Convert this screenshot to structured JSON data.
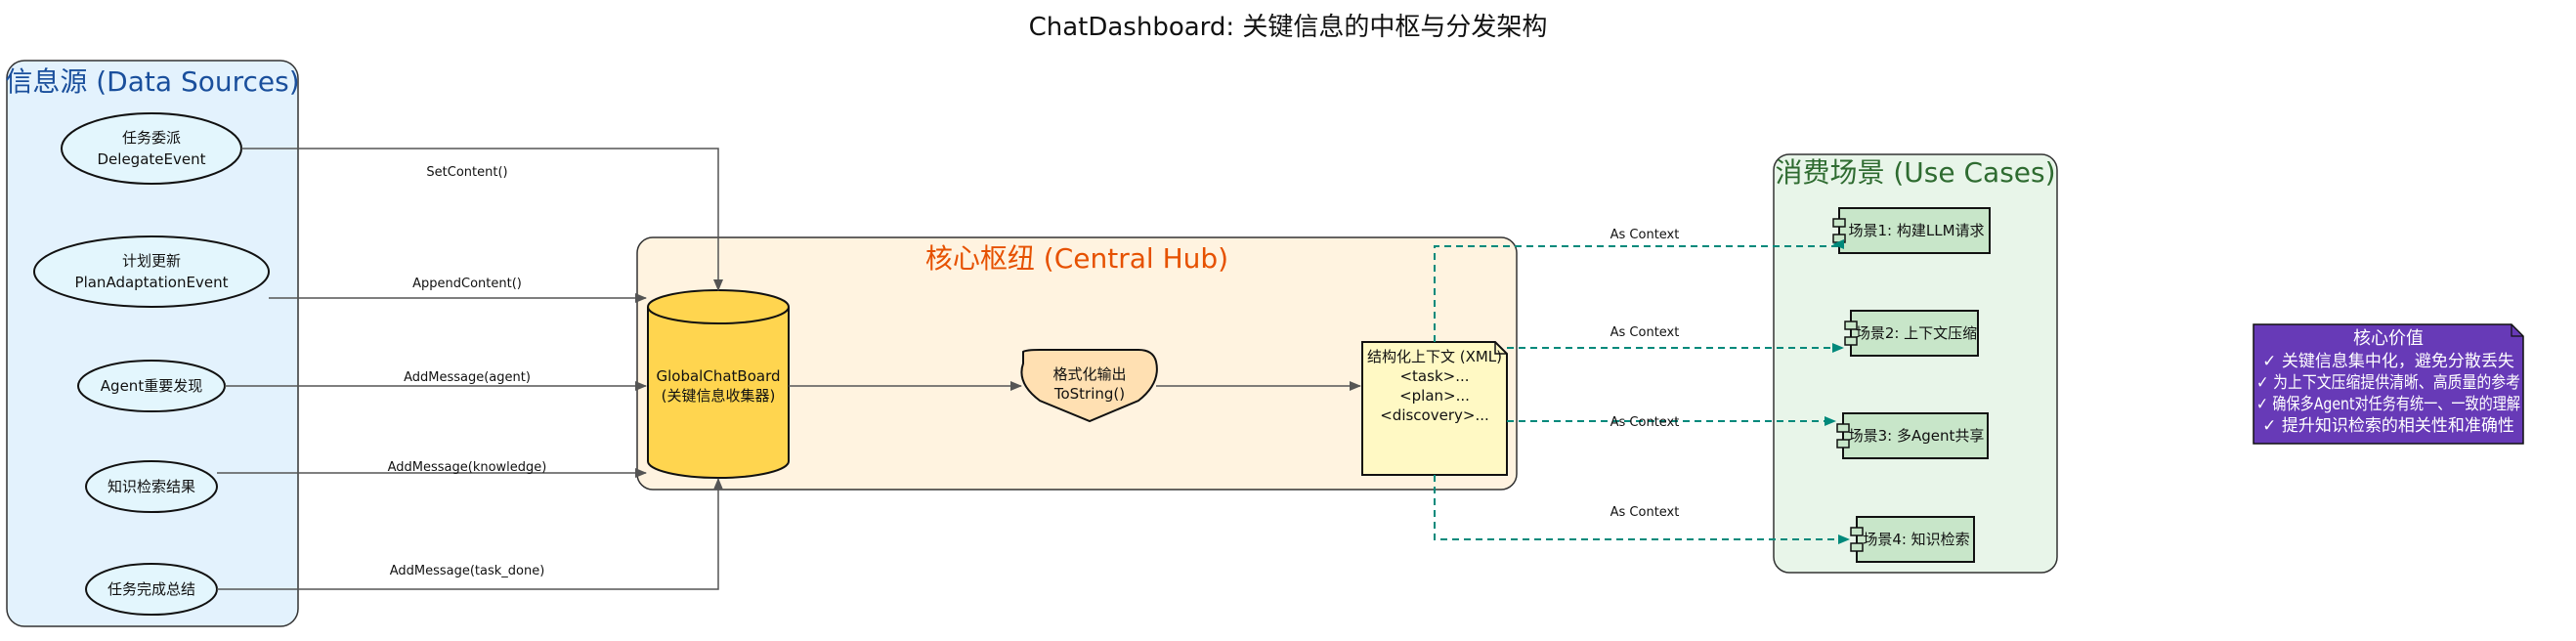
{
  "title": "ChatDashboard: 关键信息的中枢与分发架构",
  "groups": {
    "sources": "信息源 (Data Sources)",
    "hub": "核心枢纽 (Central Hub)",
    "consumers": "消费场景 (Use Cases)"
  },
  "sources": [
    {
      "line1": "任务委派",
      "line2": "DelegateEvent"
    },
    {
      "line1": "计划更新",
      "line2": "PlanAdaptationEvent"
    },
    {
      "line1": "Agent重要发现",
      "line2": ""
    },
    {
      "line1": "知识检索结果",
      "line2": ""
    },
    {
      "line1": "任务完成总结",
      "line2": ""
    }
  ],
  "source_edges": [
    "SetContent()",
    "AppendContent()",
    "AddMessage(agent)",
    "AddMessage(knowledge)",
    "AddMessage(task_done)"
  ],
  "store": {
    "line1": "GlobalChatBoard",
    "line2": "(关键信息收集器)"
  },
  "formatter": {
    "line1": "格式化输出",
    "line2": "ToString()"
  },
  "context_doc": {
    "line1": "结构化上下文 (XML)",
    "line2": "<task>...",
    "line3": "<plan>...",
    "line4": "<discovery>..."
  },
  "consumer_edge_label": "As Context",
  "consumers": [
    "场景1: 构建LLM请求",
    "场景2: 上下文压缩",
    "场景3: 多Agent共享",
    "场景4: 知识检索"
  ],
  "note": {
    "title": "核心价值",
    "lines": [
      "✓ 关键信息集中化，避免分散丢失",
      "✓ 为上下文压缩提供清晰、高质量的参考",
      "✓ 确保多Agent对任务有统一、一致的理解",
      "✓ 提升知识检索的相关性和准确性"
    ]
  },
  "colors": {
    "sources_bg": "#e3f2fd",
    "sources_title": "#1a4f9c",
    "hub_bg": "#fff3e0",
    "hub_title": "#e65100",
    "consumers_bg": "#e8f5e9",
    "consumers_title": "#2e6b30",
    "store_fill": "#ffd54f",
    "formatter_fill": "#ffe0b2",
    "doc_fill": "#fff9c4",
    "component_fill": "#c8e6c9",
    "note_fill": "#673ab7",
    "teal": "#00897b"
  }
}
